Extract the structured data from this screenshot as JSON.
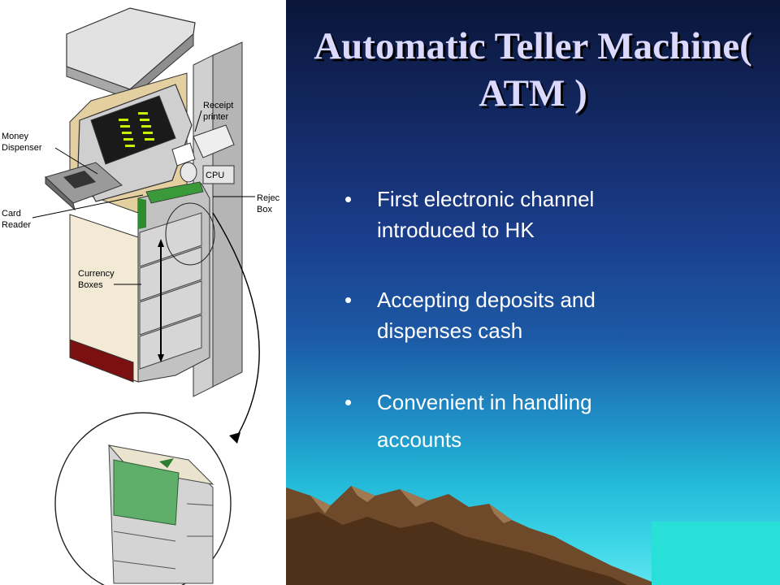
{
  "slide": {
    "title": "Automatic Teller Machine( ATM )",
    "bullets": [
      {
        "line1": "First electronic channel",
        "line2": "introduced to HK"
      },
      {
        "line1": "Accepting deposits and",
        "line2": "dispenses cash"
      },
      {
        "line1": "Convenient in handling",
        "line2": "accounts"
      }
    ],
    "bullet_marker": "•"
  },
  "diagram": {
    "labels": {
      "receipt_printer_1": "Receipt",
      "receipt_printer_2": "printer",
      "money_dispenser_1": "Money",
      "money_dispenser_2": "Dispenser",
      "cpu": "CPU",
      "reject_box_1": "Rejec",
      "reject_box_2": "Box",
      "card_reader_1": "Card",
      "card_reader_2": "Reader",
      "currency_boxes_1": "Currency",
      "currency_boxes_2": "Boxes"
    }
  },
  "colors": {
    "title": "#dcd9ff",
    "bullet_text": "#ffffff",
    "atm_body": "#d9d9d9",
    "screen_text": "#c6f000",
    "accent_green": "#2e8b2e",
    "base_red": "#7a1010"
  }
}
